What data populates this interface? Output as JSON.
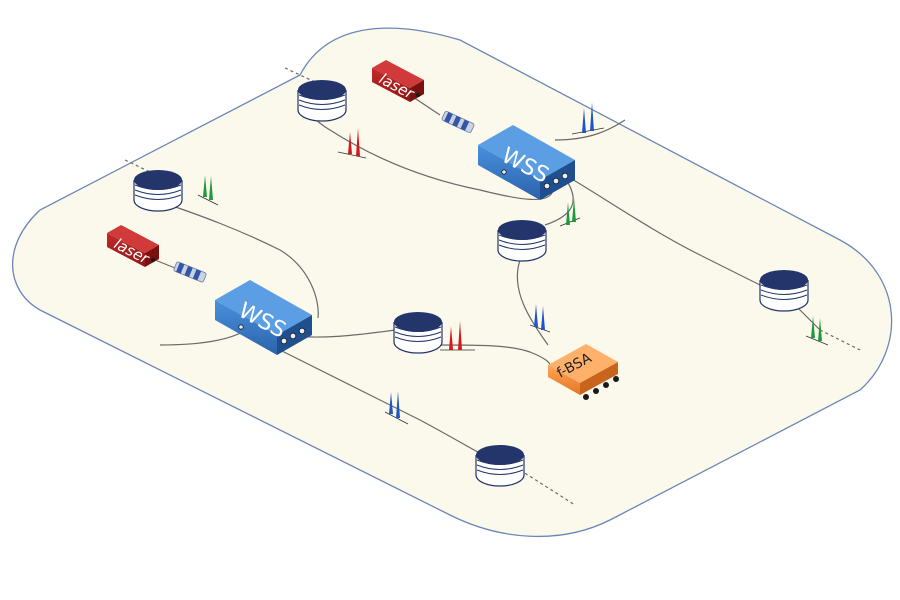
{
  "labels": {
    "laser": "laser",
    "wss": "WSS",
    "fbsa": "f-BSA"
  },
  "colors": {
    "platform_fill": "#fbf8ec",
    "platform_stroke": "#6b87b8",
    "laser": "#b11f1f",
    "wss": "#2f72c1",
    "spool": "#23356b",
    "fbsa": "#f28a3a",
    "peak_red": "#d4181c",
    "peak_green": "#1f9a3a",
    "peak_blue": "#1f55c6"
  },
  "icons": [
    "laser-source-icon",
    "fiber-spool-icon",
    "wss-switch-icon",
    "fbsa-amplifier-icon",
    "spectrum-peaks-icon",
    "fiber-connector-icon"
  ]
}
